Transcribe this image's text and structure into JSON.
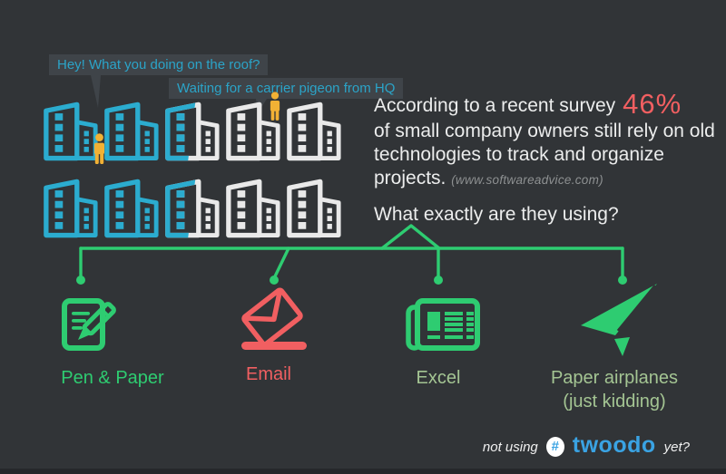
{
  "speech_bubbles": [
    {
      "text": "Hey! What you doing on the roof?"
    },
    {
      "text": "Waiting for a carrier pigeon from HQ"
    }
  ],
  "survey": {
    "intro": "According to a recent survey",
    "stat": "46%",
    "body": "of small company owners still rely on old technologies to track and organize projects.",
    "source": "(www.softwareadvice.com)",
    "question": "What exactly are they using?"
  },
  "buildings": {
    "rows": [
      [
        "cyan",
        "cyan",
        "half",
        "white",
        "white"
      ],
      [
        "cyan",
        "cyan",
        "half",
        "white",
        "white"
      ]
    ]
  },
  "tools": [
    {
      "label": "Pen & Paper",
      "icon": "pen-and-paper-icon",
      "color": "#2ecc71"
    },
    {
      "label": "Email",
      "icon": "email-icon",
      "color": "#f15f61"
    },
    {
      "label": "Excel",
      "icon": "excel-icon",
      "color": "#2ecc71"
    },
    {
      "label": "Paper airplanes",
      "sublabel": "(just kidding)",
      "icon": "paper-airplane-icon",
      "color": "#2ecc71"
    }
  ],
  "footer": {
    "prefix": "not using",
    "hash": "#",
    "brand": "twoodo",
    "suffix": "yet?"
  },
  "colors": {
    "background": "#313437",
    "bubble_background": "#3f4449",
    "cyan": "#2baccf",
    "building_white": "#e9e9e9",
    "person_orange": "#f1b135",
    "accent_green": "#2ecc71",
    "accent_red": "#f15f61",
    "muted_green": "#a4c593",
    "brand_blue": "#3aa3e3"
  }
}
